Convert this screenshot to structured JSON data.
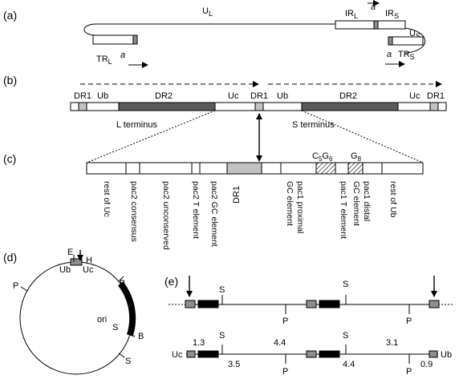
{
  "panels": {
    "a": {
      "label": "(a)",
      "UL": "U",
      "UL_sub": "L",
      "IRL": "IR",
      "IRL_sub": "L",
      "a_top": "a",
      "IRS": "IR",
      "IRS_sub": "S",
      "US": "U",
      "US_sub": "S",
      "TRL": "TR",
      "TRL_sub": "L",
      "a_left": "a",
      "a_right": "a",
      "TRS": "TR",
      "TRS_sub": "S"
    },
    "b": {
      "label": "(b)",
      "segments": [
        "DR1",
        "Ub",
        "DR2",
        "Uc",
        "DR1",
        "Ub",
        "DR2",
        "Uc",
        "DR1"
      ],
      "l_terminus": "L terminus",
      "s_terminus": "S terminus"
    },
    "c": {
      "label": "(c)",
      "c5g6": "C",
      "c5g6_sub1": "5",
      "c5g6_mid": "G",
      "c5g6_sub2": "6",
      "g8": "G",
      "g8_sub": "8",
      "dr1": "DR1",
      "vertical_labels": [
        "rest of Uc",
        "pac2 consensus",
        "pac2 unconserved",
        "pac2 T element",
        "pac2 GC element",
        "pac1 proximal",
        "GC element",
        "pac1 distal",
        "GC element",
        "pac1 T element",
        "rest of Ub"
      ]
    },
    "d": {
      "label": "(d)",
      "E": "E",
      "H": "H",
      "P": "P",
      "Ub": "Ub",
      "Uc": "Uc",
      "B_top": "B",
      "ori": "ori",
      "S_inner": "S",
      "B_bottom": "B",
      "S_bottom": "S"
    },
    "e": {
      "label": "(e)",
      "line1_labels": [
        "S",
        "S",
        "P",
        "P"
      ],
      "line2_labels": {
        "uc": "Uc",
        "ub": "Ub",
        "n1_3": "1.3",
        "n4_4a": "4.4",
        "n3_1": "3.1",
        "n3_5": "3.5",
        "n4_4b": "4.4",
        "n0_9": "0.9",
        "s1": "S",
        "s2": "S",
        "p1": "P",
        "p2": "P"
      }
    }
  },
  "colors": {
    "light_gray": "#c2c2c2",
    "dark_gray": "#5a5a5a",
    "mid_gray": "#8e8e8e",
    "black": "#000000"
  }
}
